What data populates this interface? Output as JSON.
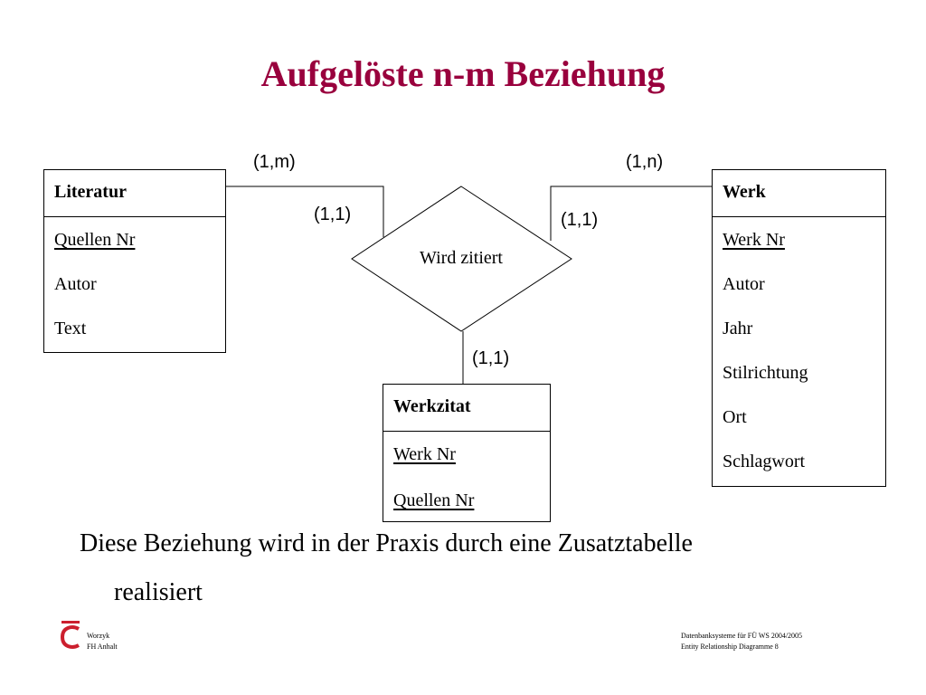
{
  "slide": {
    "title": "Aufgelöste n-m Beziehung"
  },
  "diagram": {
    "entities": [
      {
        "id": "literatur",
        "name": "Literatur",
        "attributes": [
          {
            "label": "Quellen Nr",
            "key": true
          },
          {
            "label": "Autor",
            "key": false
          },
          {
            "label": "Text",
            "key": false
          }
        ]
      },
      {
        "id": "werk",
        "name": "Werk",
        "attributes": [
          {
            "label": "Werk Nr",
            "key": true
          },
          {
            "label": "Autor",
            "key": false
          },
          {
            "label": "Jahr",
            "key": false
          },
          {
            "label": "Stilrichtung",
            "key": false
          },
          {
            "label": "Ort",
            "key": false
          },
          {
            "label": "Schlagwort",
            "key": false
          }
        ]
      },
      {
        "id": "werkzitat",
        "name": "Werkzitat",
        "attributes": [
          {
            "label": "Werk Nr",
            "key": true
          },
          {
            "label": "Quellen Nr",
            "key": true
          }
        ]
      }
    ],
    "relationship": {
      "label": "Wird zitiert"
    },
    "cardinalities": {
      "literatur_outer": "(1,m)",
      "literatur_inner": "(1,1)",
      "werk_outer": "(1,n)",
      "werk_inner": "(1,1)",
      "werkzitat": "(1,1)"
    }
  },
  "body": {
    "line1": "Diese Beziehung wird in der Praxis durch eine Zusatztabelle",
    "line2": "realisiert"
  },
  "footer": {
    "author": "Worzyk",
    "institution": "FH Anhalt",
    "course": "Datenbanksysteme für FÜ WS 2004/2005",
    "slide_ref": "Entity Relationship Diagramme 8"
  },
  "colors": {
    "title": "#99003d",
    "logo": "#cc1f2e"
  }
}
